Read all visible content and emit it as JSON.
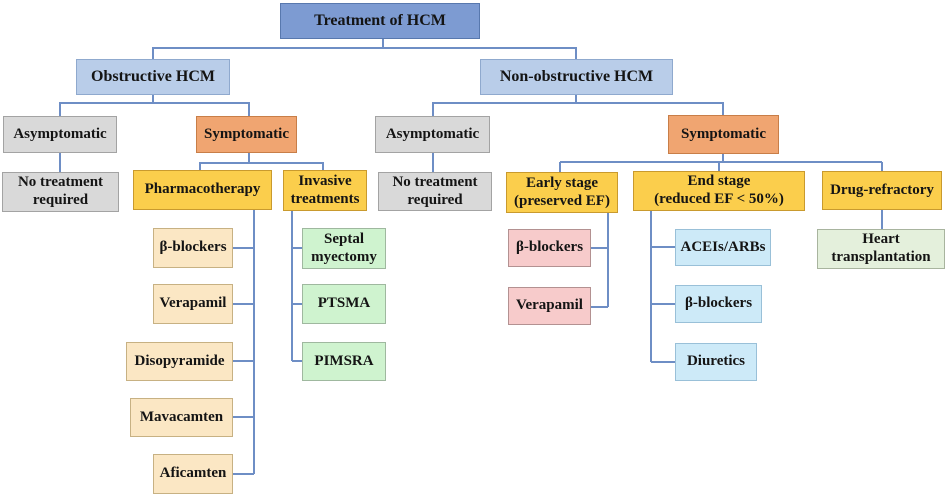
{
  "palette": {
    "root-fill": "#7d9bd2",
    "root-border": "#5878ae",
    "branch-fill": "#b9cde9",
    "branch-border": "#8fa9ce",
    "gray-fill": "#d9d9d9",
    "gray-border": "#a3a3a3",
    "orange-fill": "#f0a571",
    "orange-border": "#c87e48",
    "gold-fill": "#fbce4c",
    "gold-border": "#c99a2e",
    "cream-fill": "#fbe7c4",
    "cream-border": "#c7b183",
    "green-fill": "#cff3cf",
    "green-border": "#9fb89f",
    "pink-fill": "#f7cbcb",
    "pink-border": "#b39191",
    "ltblue-fill": "#cdeaf8",
    "ltblue-border": "#99c0d8",
    "sage-fill": "#e4f0dc",
    "sage-border": "#a8b49e",
    "line-color": "#6e8ec5"
  },
  "diagram": {
    "root": {
      "label": "Treatment of HCM"
    },
    "obstructive": {
      "label": "Obstructive HCM",
      "asymptomatic": {
        "label": "Asymptomatic"
      },
      "no_treatment": {
        "label": "No treatment\nrequired"
      },
      "symptomatic": {
        "label": "Symptomatic"
      },
      "pharmacotherapy": {
        "label": "Pharmacotherapy",
        "drugs": [
          {
            "label": "β-blockers"
          },
          {
            "label": "Verapamil"
          },
          {
            "label": "Disopyramide"
          },
          {
            "label": "Mavacamten"
          },
          {
            "label": "Aficamten"
          }
        ]
      },
      "invasive": {
        "label": "Invasive\ntreatments",
        "procedures": [
          {
            "label": "Septal\nmyectomy"
          },
          {
            "label": "PTSMA"
          },
          {
            "label": "PIMSRA"
          }
        ]
      }
    },
    "non_obstructive": {
      "label": "Non-obstructive HCM",
      "asymptomatic": {
        "label": "Asymptomatic"
      },
      "no_treatment": {
        "label": "No treatment\nrequired"
      },
      "symptomatic": {
        "label": "Symptomatic"
      },
      "early_stage": {
        "label": "Early stage\n(preserved EF)",
        "drugs": [
          {
            "label": "β-blockers"
          },
          {
            "label": "Verapamil"
          }
        ]
      },
      "end_stage": {
        "label": "End stage\n(reduced EF < 50%)",
        "drugs": [
          {
            "label": "ACEIs/ARBs"
          },
          {
            "label": "β-blockers"
          },
          {
            "label": "Diuretics"
          }
        ]
      },
      "drug_refractory": {
        "label": "Drug-refractory",
        "treatment": {
          "label": "Heart\ntransplantation"
        }
      }
    }
  }
}
